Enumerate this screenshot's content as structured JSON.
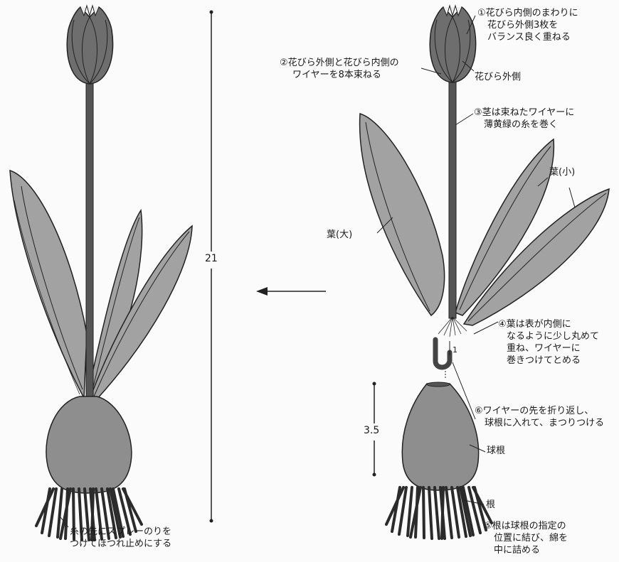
{
  "dimensions": {
    "total_height": "21",
    "bulb_height": "3.5",
    "bend_length": "1"
  },
  "left_note": {
    "line1": "糸の先にスプレーのりを",
    "line2": "つけてほつれ止めにする"
  },
  "steps": {
    "s1": {
      "line1": "①花びら内側のまわりに",
      "line2": "花びら外側3枚を",
      "line3": "バランス良く重ねる"
    },
    "outer_petal": "花びら外側",
    "s2": {
      "line1": "②花びら外側と花びら内側の",
      "line2": "ワイヤーを8本束ねる"
    },
    "s3": {
      "line1": "③茎は束ねたワイヤーに",
      "line2": "薄黄緑の糸を巻く"
    },
    "leaf_small": "葉(小)",
    "leaf_large": "葉(大)",
    "s4": {
      "line1": "④葉は表が内側に",
      "line2": "なるように少し丸めて",
      "line3": "重ね、ワイヤーに",
      "line4": "巻きつけてとめる"
    },
    "s6": {
      "line1": "⑥ワイヤーの先を折り返し、",
      "line2": "球根に入れて、まつりつける"
    },
    "bulb": "球根",
    "root": "根",
    "s5": {
      "line1": "⑤根は球根の指定の",
      "line2": "位置に結び、綿を",
      "line3": "中に詰める"
    }
  },
  "colors": {
    "petal": "#6e6e6e",
    "stem": "#555555",
    "leaf": "#a2a2a2",
    "bulb": "#8e8e8e",
    "root": "#2b2b2b"
  }
}
